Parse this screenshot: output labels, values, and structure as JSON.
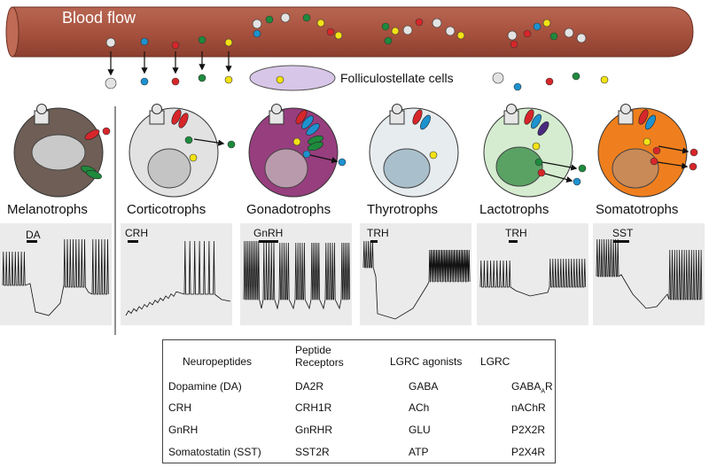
{
  "labels": {
    "blood_flow": "Blood flow",
    "folliculostellate": "Folliculostellate cells"
  },
  "cells": [
    {
      "name": "Melanotrophs",
      "fill": "#6e5e55",
      "nucleus": "#c9c9c9",
      "trace_label": "DA"
    },
    {
      "name": "Corticotrophs",
      "fill": "#e2e2e2",
      "nucleus": "#c4c4c4",
      "trace_label": "CRH"
    },
    {
      "name": "Gonadotrophs",
      "fill": "#973e7e",
      "nucleus": "#b99aac",
      "trace_label": "GnRH"
    },
    {
      "name": "Thyrotrophs",
      "fill": "#e7ecef",
      "nucleus": "#a9c0cc",
      "trace_label": "TRH"
    },
    {
      "name": "Lactotrophs",
      "fill": "#d5ecd0",
      "nucleus": "#5aa264",
      "trace_label": "TRH"
    },
    {
      "name": "Somatotrophs",
      "fill": "#ef7f1e",
      "nucleus": "#c98a58",
      "trace_label": "SST"
    }
  ],
  "legend": {
    "header": {
      "neuropeptides": "Neuropeptides",
      "receptors": "Peptide Receptors",
      "agonists": "LGRC agonists",
      "lgrc": "LGRC"
    },
    "peptides": [
      "Dopamine (DA)",
      "CRH",
      "GnRH",
      "Somatostatin (SST)"
    ],
    "receptors": [
      "DA2R",
      "CRH1R",
      "GnRHR",
      "SST2R"
    ],
    "agonists": [
      {
        "name": "GABA",
        "color": "#d7262a"
      },
      {
        "name": "ACh",
        "color": "#1e8a3c"
      },
      {
        "name": "GLU",
        "color": "#f3e215"
      },
      {
        "name": "ATP",
        "color": "#1d92cf"
      }
    ],
    "channels": [
      {
        "main": "GABA",
        "sub": "A",
        "tail": "R",
        "color": "#d7262a"
      },
      {
        "main": "nAChR",
        "color": "#1e8a3c"
      },
      {
        "main": "P2X2R",
        "color": "#1d92cf"
      },
      {
        "main": "P2X4R",
        "color": "#4a2a7e"
      }
    ]
  },
  "colors": {
    "vessel": "#a7523f",
    "vessel_edge": "#6b2f22",
    "fs_cell": "#d8c6e8",
    "trace_bg": "#ebebeb",
    "neuropeptide": "#e3e3e3"
  }
}
